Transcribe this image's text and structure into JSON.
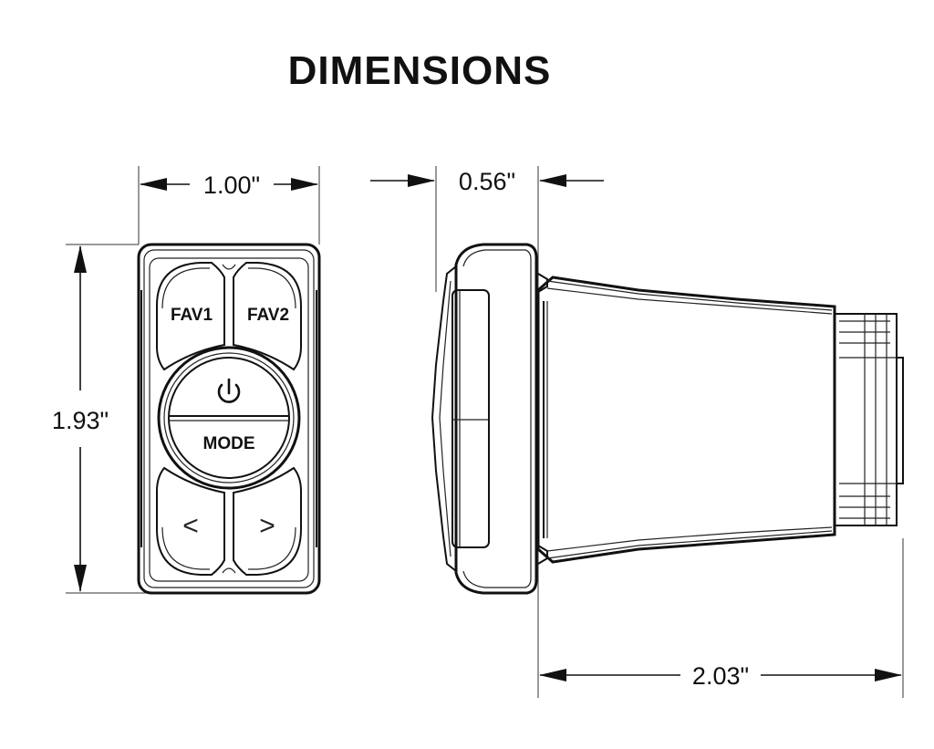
{
  "title": "DIMENSIONS",
  "dimensions": {
    "width": "1.00\"",
    "height": "1.93\"",
    "depth": "0.56\"",
    "length": "2.03\""
  },
  "keypad": {
    "fav1": "FAV1",
    "fav2": "FAV2",
    "mode": "MODE",
    "prev": "<",
    "next": ">"
  },
  "icons": [
    "power-icon"
  ]
}
